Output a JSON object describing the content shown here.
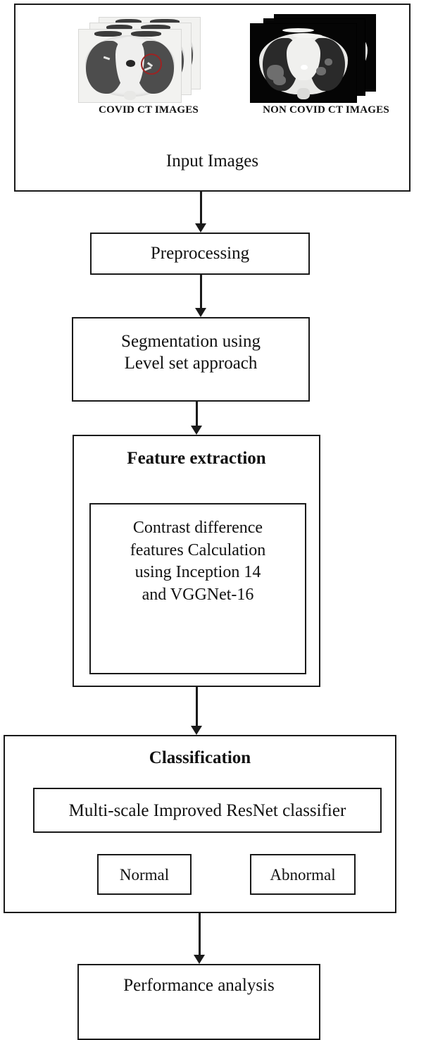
{
  "diagram": {
    "title": "COVID CT classification pipeline flowchart",
    "line_color": "#1a1a1a",
    "background": "#ffffff",
    "lesion_marker_color": "#9c2323"
  },
  "input_block": {
    "label": "Input Images",
    "covid_caption": "COVID CT IMAGES",
    "noncovid_caption": "NON COVID CT IMAGES",
    "covid_stack_count": "3",
    "noncovid_stack_count": "3"
  },
  "steps": {
    "preprocessing": "Preprocessing",
    "segmentation": "Segmentation using\nLevel set approach",
    "feature_extraction_title": "Feature extraction",
    "feature_extraction_body": "Contrast difference\nfeatures Calculation\nusing Inception 14\nand VGGNet-16",
    "classification_title": "Classification",
    "classifier": "Multi-scale Improved ResNet classifier",
    "class_normal": "Normal",
    "class_abnormal": "Abnormal",
    "performance": "Performance analysis"
  },
  "arrows": {
    "a1": "input-to-preprocessing",
    "a2": "preprocessing-to-segmentation",
    "a3": "segmentation-to-feature-extraction",
    "a4": "feature-extraction-to-classification",
    "a5": "classification-to-performance"
  }
}
